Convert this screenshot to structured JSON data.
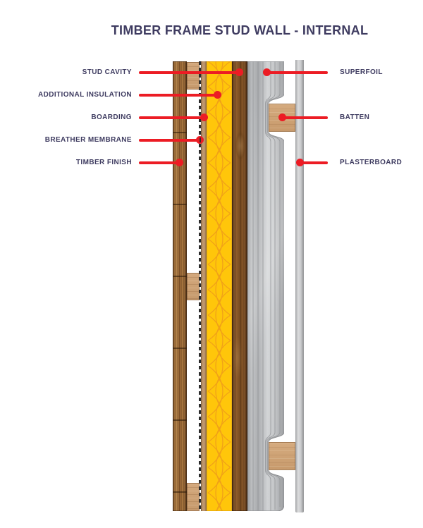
{
  "title": "TIMBER FRAME STUD WALL - INTERNAL",
  "labels": {
    "left": [
      {
        "text": "STUD CAVITY",
        "target": "stud-cavity"
      },
      {
        "text": "ADDITIONAL INSULATION",
        "target": "additional-insulation"
      },
      {
        "text": "BOARDING",
        "target": "boarding"
      },
      {
        "text": "BREATHER MEMBRANE",
        "target": "breather-membrane"
      },
      {
        "text": "TIMBER FINISH",
        "target": "timber-finish"
      }
    ],
    "right": [
      {
        "text": "SUPERFOIL",
        "target": "superfoil"
      },
      {
        "text": "BATTEN",
        "target": "batten"
      },
      {
        "text": "PLASTERBOARD",
        "target": "plasterboard"
      }
    ]
  },
  "colors": {
    "background": "#ffffff",
    "heading_text": "#3e3b60",
    "label_text": "#3e3b60",
    "pointer_red": "#ec1c24",
    "insulation_yellow": "#ffc60a",
    "insulation_lattice": "#f09f18",
    "timber_brown": "#a9773f",
    "stud_brown": "#7d5127",
    "batten_tan": "#cda27a",
    "foil_grey": "#bcbec0",
    "plasterboard_grey": "#cecfd1"
  }
}
